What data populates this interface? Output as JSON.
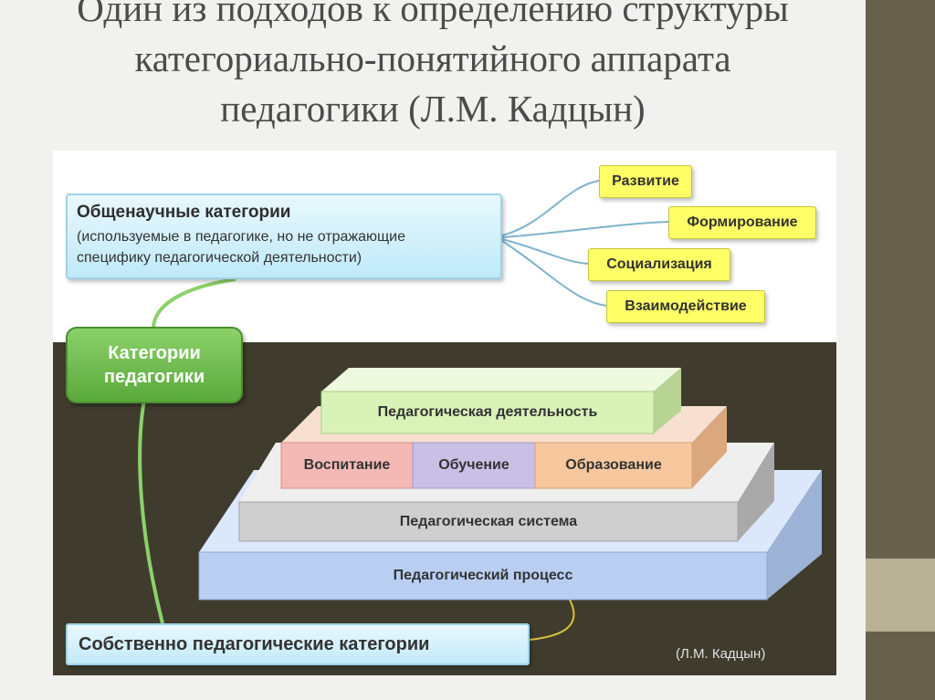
{
  "slide": {
    "title_lines": [
      "Один из подходов к определению структуры",
      "категориально-понятийного аппарата",
      "педагогики (Л.М. Кадцын)"
    ]
  },
  "diagram": {
    "general": {
      "title": "Общенаучные категории",
      "subtitle_lines": [
        "(используемые в педагогике, но не отражающие",
        "специфику педагогической деятельности)"
      ],
      "items": [
        "Развитие",
        "Формирование",
        "Социализация",
        "Взаимодействие"
      ]
    },
    "pedagogy_categories_lines": [
      "Категории",
      "педагогики"
    ],
    "layers": {
      "activity": "Педагогическая деятельность",
      "upbringing": "Воспитание",
      "teaching": "Обучение",
      "education": "Образование",
      "system": "Педагогическая система",
      "process": "Педагогический процесс"
    },
    "own_categories": "Собственно педагогические категории",
    "author": "(Л.М. Кадцын)"
  },
  "colors": {
    "sidebar": "#67604c",
    "sidebar_accent": "#b8b196",
    "dark_panel": "#3f3c2e",
    "tag_yellow": "#ffff66",
    "green": "#5aa93c",
    "activity_green": "#d8f2b8",
    "upbringing_pink": "#f4b9b5",
    "teaching_lavender": "#c9c0e6",
    "education_peach": "#f7c79e",
    "system_gray": "#cfcfcf",
    "process_blue": "#b8cff2"
  }
}
